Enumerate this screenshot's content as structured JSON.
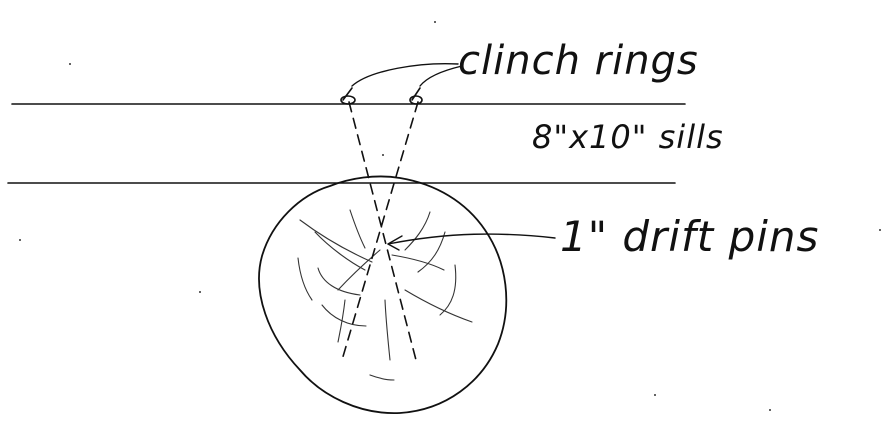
{
  "labels": {
    "clinch_rings": "clinch rings",
    "sills": "8\"x10\" sills",
    "drift_pins": "1\" drift pins"
  },
  "colors": {
    "ink": "#111111",
    "paper": "#ffffff"
  }
}
